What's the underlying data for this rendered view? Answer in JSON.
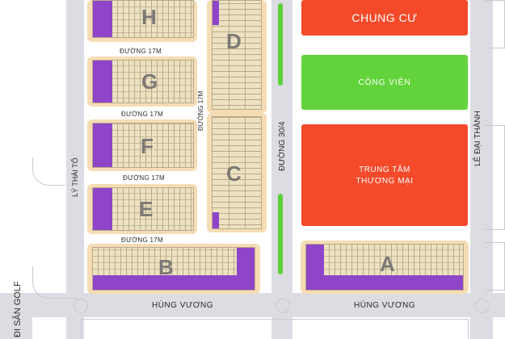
{
  "colors": {
    "apartment": "#f44a2a",
    "park": "#63d33c",
    "commercial": "#f44a2a",
    "lot_fill": "#ece2c2",
    "block_border": "#f6dcb4",
    "corner_lots": "#8f45c8",
    "road": "#dcdde3",
    "green_strip": "#5ccf3a"
  },
  "blocks": {
    "H": {
      "letter": "H"
    },
    "G": {
      "letter": "G"
    },
    "F": {
      "letter": "F"
    },
    "E": {
      "letter": "E"
    },
    "D": {
      "letter": "D"
    },
    "C": {
      "letter": "C"
    },
    "B": {
      "letter": "B"
    },
    "A": {
      "letter": "A"
    }
  },
  "roads": {
    "duong_17m_1": "ĐƯỜNG 17M",
    "duong_17m_2": "ĐƯỜNG 17M",
    "duong_17m_3": "ĐƯỜNG 17M",
    "duong_17m_4": "ĐƯỜNG 17M",
    "duong_17m_vertical": "ĐƯỜNG 17M",
    "duong_30_4": "ĐƯỜNG 30/4",
    "ly_thai_to": "LÝ THÁI TỔ",
    "le_dai_thanh": "LÊ ĐẠI THÀNH",
    "hung_vuong_left": "HÙNG VƯƠNG",
    "hung_vuong_right": "HÙNG VƯƠNG",
    "golf": "ĐI SÂN GOLF"
  },
  "zones": {
    "chung_cu": "CHUNG CƯ",
    "cong_vien": "CÔNG VIÊN",
    "trung_tam_1": "TRUNG TÂM",
    "trung_tam_2": "THƯƠNG MẠI"
  }
}
